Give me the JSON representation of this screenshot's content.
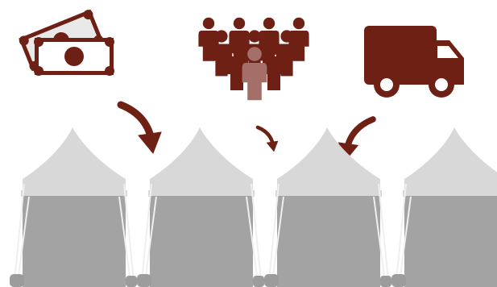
{
  "colors": {
    "accent": "#6e2014",
    "person_highlight": "#a36f68",
    "bill_inner": "#ffffff",
    "bill_back": "#e9e9ea",
    "tent_roof": "#d8d8d8",
    "tent_wall": "#a3a3a3",
    "tent_pole": "#efefef",
    "tent_foot": "#9c9c9c"
  },
  "icons": {
    "money": "money-bills-icon",
    "people": "crowd-icon",
    "truck": "delivery-truck-icon",
    "arrow": "curved-arrow-icon",
    "tent": "marquee-tent-icon"
  },
  "arrows": [
    {
      "target": "tent-1",
      "size": "large"
    },
    {
      "target": "tent-2",
      "size": "small"
    },
    {
      "target": "tent-3",
      "size": "large"
    }
  ],
  "tents": [
    {
      "id": "tent-1"
    },
    {
      "id": "tent-2"
    },
    {
      "id": "tent-3"
    },
    {
      "id": "tent-4"
    }
  ]
}
